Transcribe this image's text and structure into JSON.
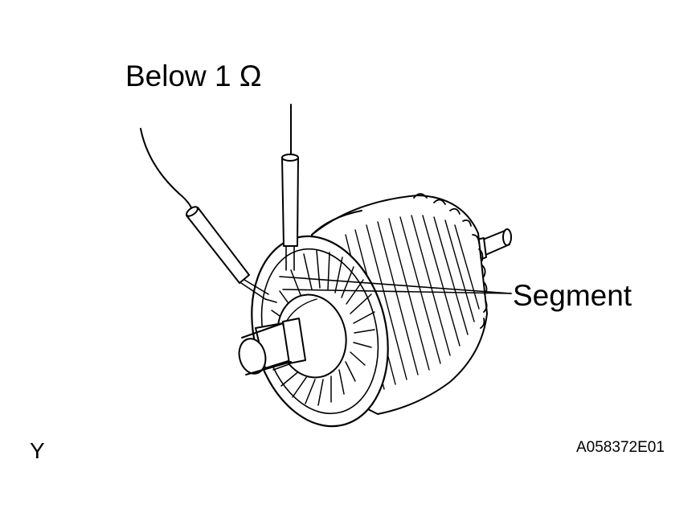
{
  "labels": {
    "resistance": "Below 1 Ω",
    "segment": "Segment",
    "corner_mark": "Y",
    "figure_code": "A058372E01"
  },
  "icons": {
    "probe_a": "ohmmeter-probe-icon",
    "probe_b": "ohmmeter-probe-icon",
    "part": "armature-icon"
  },
  "colors": {
    "line": "#000000",
    "background": "#ffffff"
  }
}
